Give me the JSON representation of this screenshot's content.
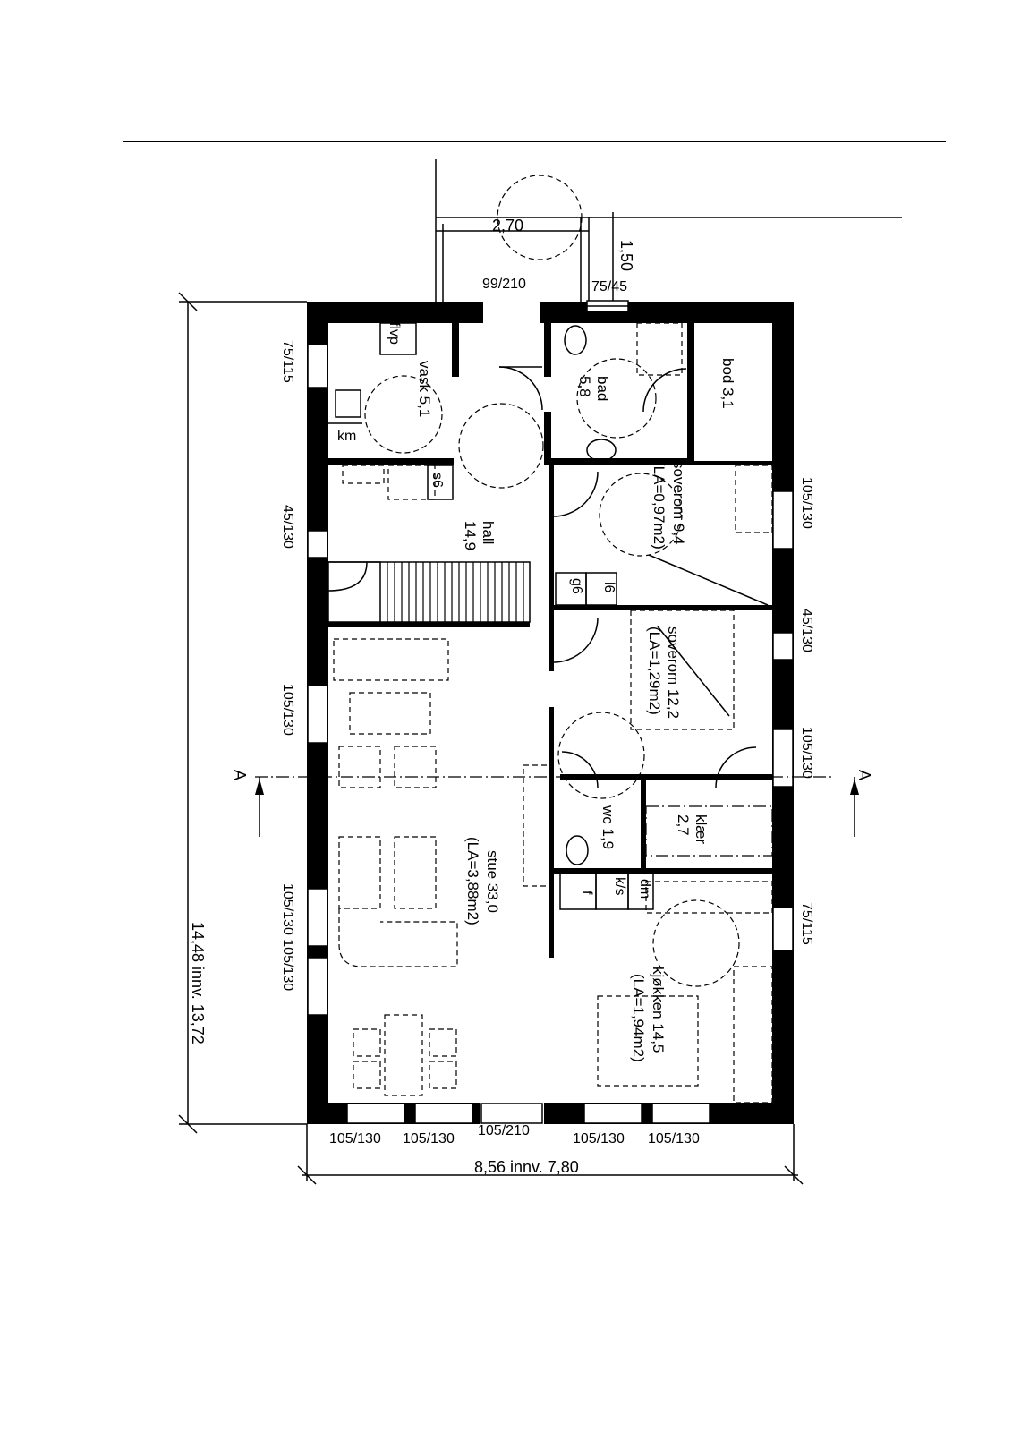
{
  "rooms": {
    "vask": "vask 5,1",
    "bad": "bad",
    "bad_area": "5,8",
    "bod": "bod 3,1",
    "soverom1": "soverom 9,4",
    "soverom1_la": "(LA=0,97m2)",
    "hall": "hall",
    "hall_area": "14,9",
    "soverom2": "soverom 12,2",
    "soverom2_la": "(LA=1,29m2)",
    "wc": "wc 1,9",
    "klaer": "klær",
    "klaer_area": "2,7",
    "stue": "stue 33,0",
    "stue_la": "(LA=3,88m2)",
    "kjokken": "kjøkken 14,5",
    "kjokken_la": "(LA=1,94m2)"
  },
  "fixtures": {
    "flvp": "flvp",
    "km": "km",
    "s6": "s6",
    "g6": "g6",
    "l6": "l6",
    "ks": "k/s",
    "dm": "dm",
    "f": "f"
  },
  "openings": {
    "door_entry": "99/210",
    "win_top_bath": "75/45",
    "win_left_1": "75/115",
    "win_left_2": "45/130",
    "win_left_3": "105/130",
    "win_left_4": "105/130 105/130",
    "win_right_1": "105/130",
    "win_right_2": "45/130",
    "win_right_3": "105/130",
    "win_right_4": "75/115",
    "win_bottom_1": "105/130",
    "win_bottom_2": "105/130",
    "door_bottom": "105/210",
    "win_bottom_3": "105/130",
    "win_bottom_4": "105/130"
  },
  "dimensions": {
    "width": "8,56 innv. 7,80",
    "height": "14,48 innv. 13,72",
    "porch_width": "2,70",
    "porch_depth": "1,50"
  },
  "section": {
    "left": "A",
    "right": "A"
  }
}
